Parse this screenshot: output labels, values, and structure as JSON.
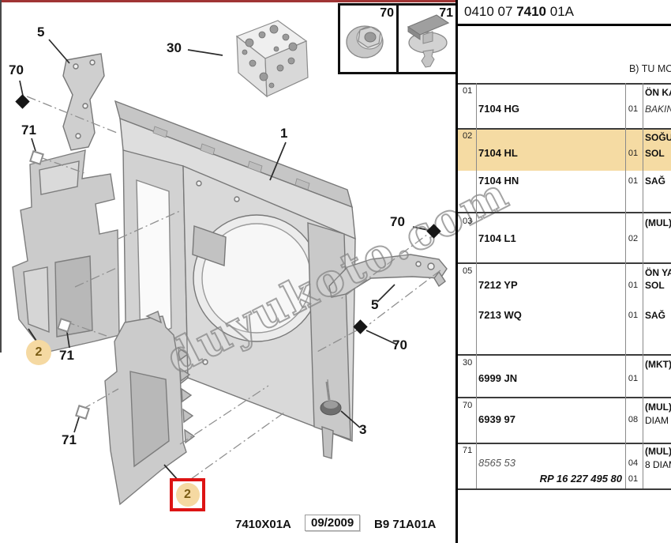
{
  "title": {
    "prefix": "0410 07 ",
    "bold": "7410",
    "suffix": " 01A"
  },
  "header_note": "B) TU MO",
  "watermark": "duyukoto.com",
  "insets": {
    "left_label": "70",
    "right_label": "71"
  },
  "callouts": {
    "bracket_left": "5",
    "nut_top_left": "70",
    "clip_top_left": "71",
    "hardware_kit": "30",
    "panel": "1",
    "nut_top_right": "70",
    "bracket_right": "5",
    "nut_bottom_right": "70",
    "grommet": "3",
    "clip_mid_left": "71",
    "clip_bottom_left": "71",
    "deflector_left": "2",
    "deflector_bottom": "2"
  },
  "caption": {
    "code": "7410X01A",
    "date": "09/2009",
    "ref": "B9 71A01A"
  },
  "colors": {
    "highlight": "#f5dba3",
    "selection_red": "#dd1414",
    "frame_red": "#a03434"
  },
  "table": {
    "g01": {
      "ref": "01",
      "part": "7104 HG",
      "qty": "01",
      "desc1": "ÖN KA",
      "desc2": "BAKIN"
    },
    "g02": {
      "ref": "02",
      "part": "7104 HL",
      "qty": "01",
      "desc1": "SOĞU",
      "desc2": "SOL",
      "part2": "7104 HN",
      "qty2": "01",
      "desc3": "SAĞ"
    },
    "g03": {
      "ref": "03",
      "part": "7104 L1",
      "qty": "02",
      "desc1": "(MUL)"
    },
    "g05": {
      "ref": "05",
      "desc1": "ÖN YA",
      "part": "7212 YP",
      "qty": "01",
      "desc2": "SOL",
      "part2": "7213 WQ",
      "qty2": "01",
      "desc3": "SAĞ"
    },
    "g30": {
      "ref": "30",
      "part": "6999 JN",
      "qty": "01",
      "desc1": "(MKT)"
    },
    "g70": {
      "ref": "70",
      "part": "6939 97",
      "qty": "08",
      "desc1": "(MUL)",
      "desc2": "DIAM"
    },
    "g71": {
      "ref": "71",
      "part": "8565 53",
      "qty": "04",
      "desc1": "(MUL)",
      "desc2": "8 DIAM",
      "rp": "RP 16 227 495 80",
      "rp_qty": "01"
    }
  }
}
